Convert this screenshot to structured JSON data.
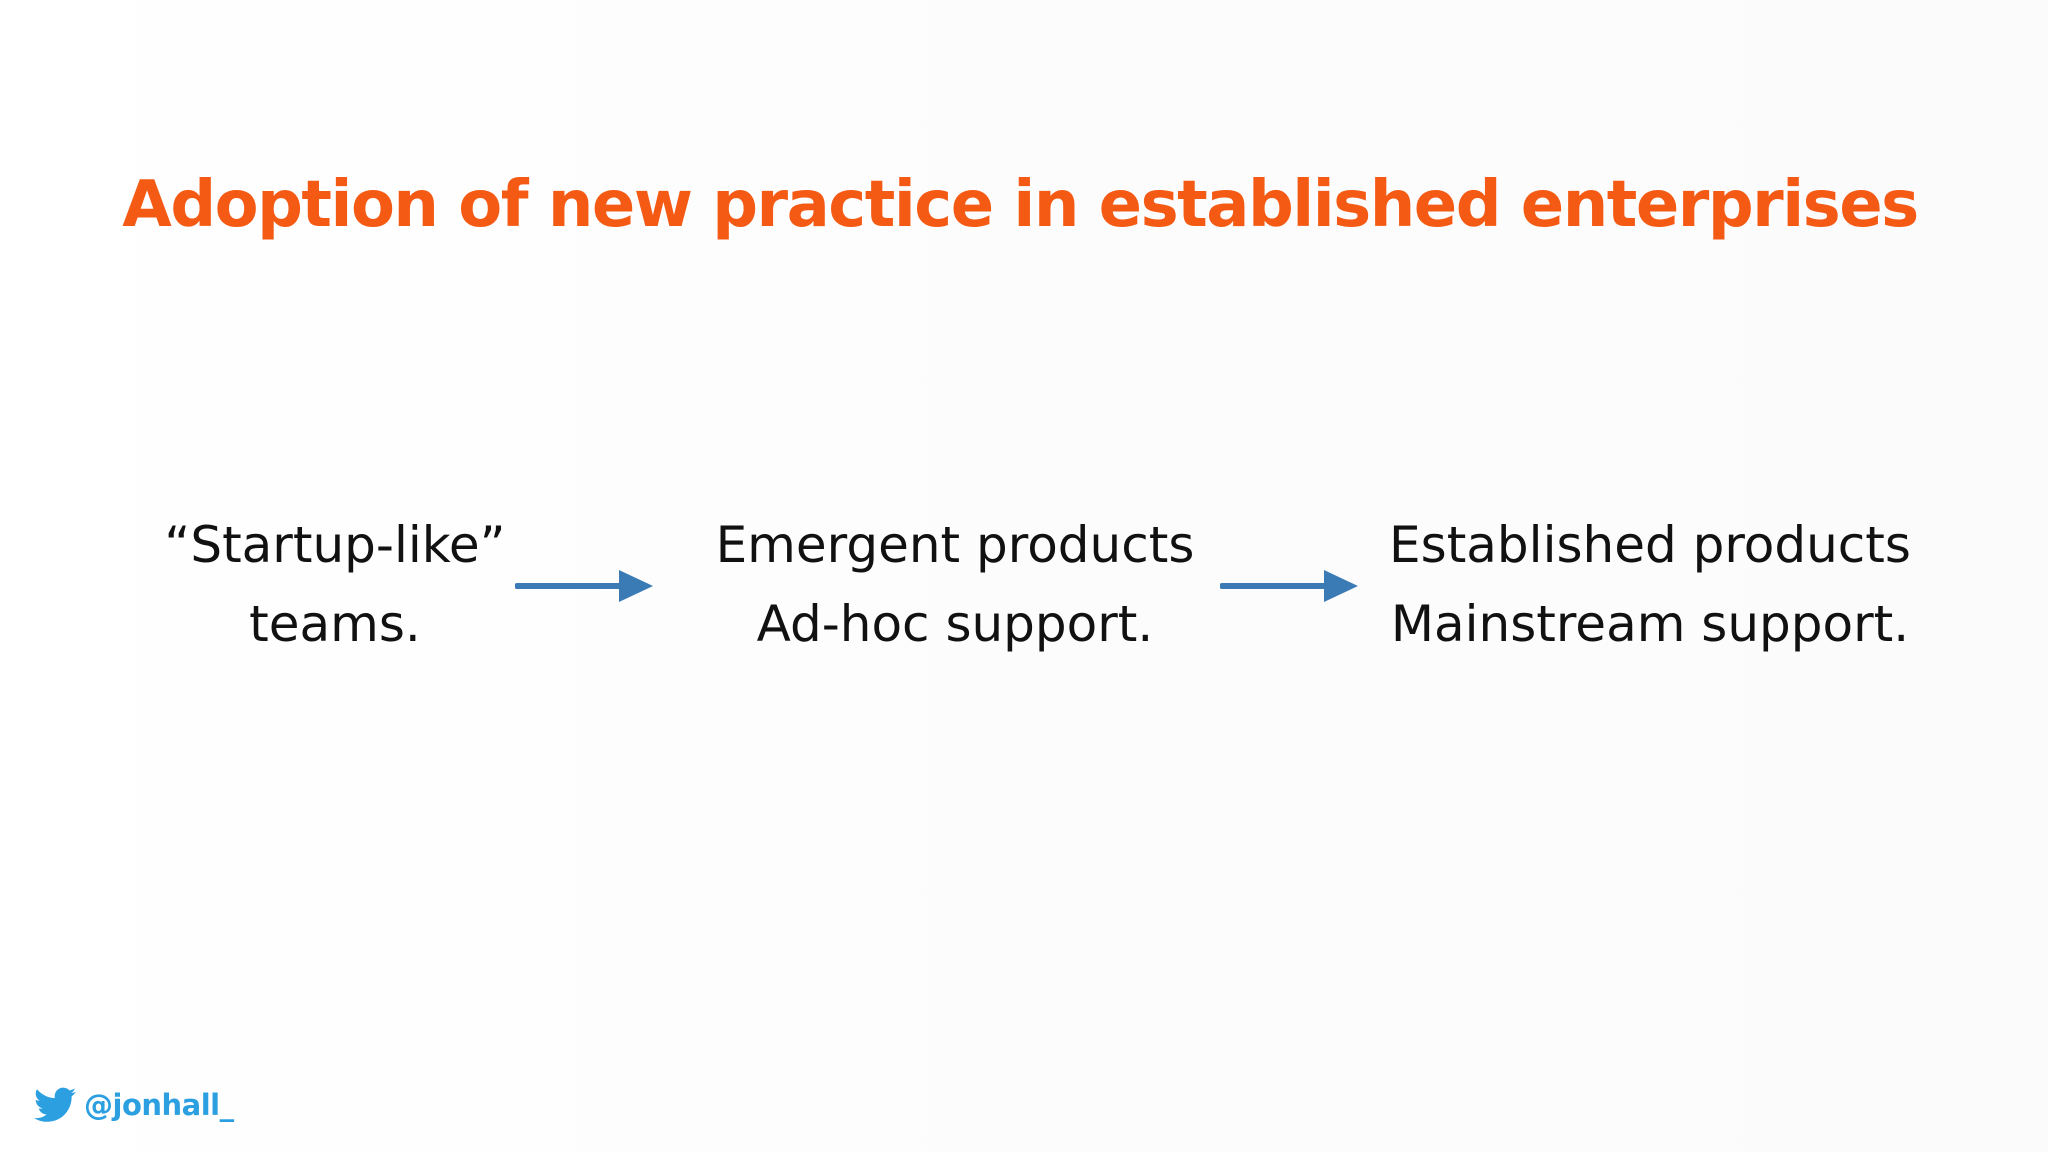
{
  "slide": {
    "title": "Adoption of new practice in established enterprises",
    "title_color": "#f45a14",
    "stages": [
      {
        "line1": "“Startup-like”",
        "line2": "teams."
      },
      {
        "line1": "Emergent products",
        "line2": "Ad-hoc support."
      },
      {
        "line1": "Established products",
        "line2": "Mainstream support."
      }
    ],
    "arrow_color": "#3b7bb5",
    "footer": {
      "icon": "twitter-bird-icon",
      "handle": "@jonhall_",
      "color": "#2b9fe0"
    }
  }
}
